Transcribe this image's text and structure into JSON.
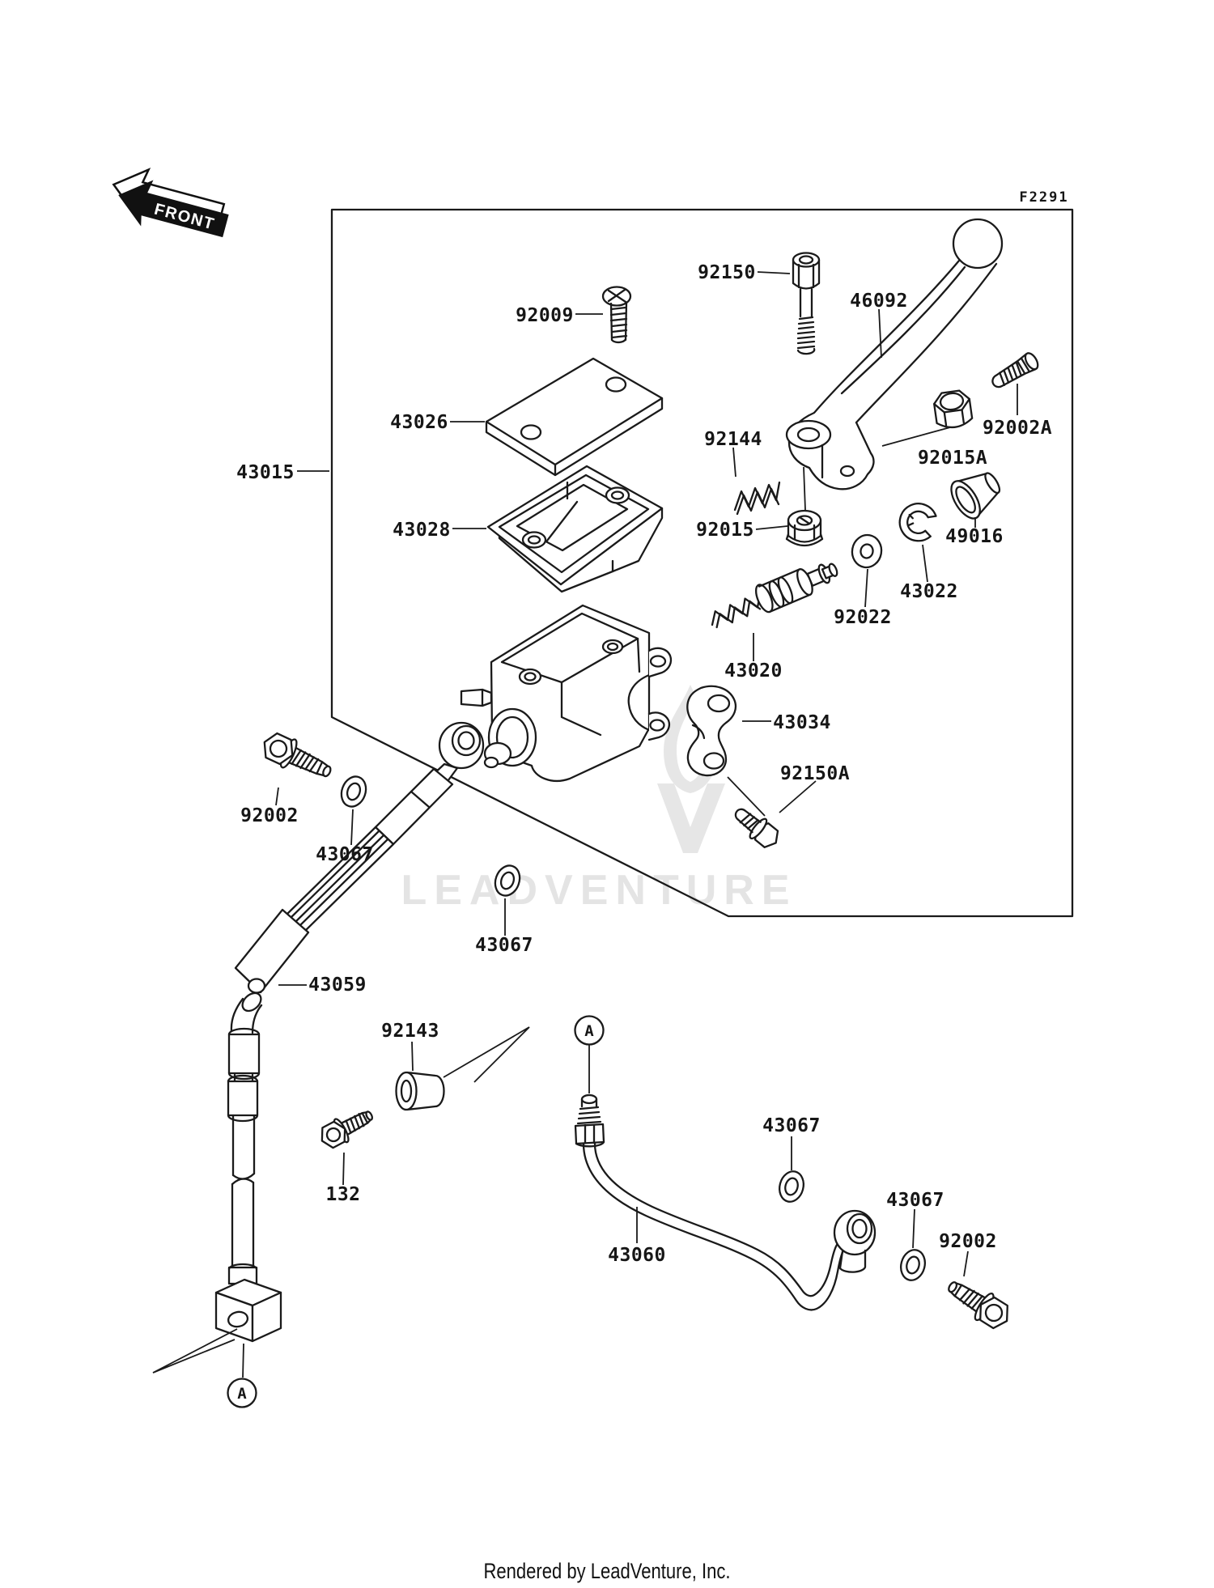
{
  "figure": {
    "code": "F2291",
    "front_label": "FRONT",
    "connector_label": "A",
    "watermark": "LEADVENTURE",
    "footer": "Rendered by LeadVenture, Inc.",
    "line_color": "#1a1a1a",
    "watermark_color": "#e6e6e6"
  },
  "part_labels": [
    {
      "text": "92150"
    },
    {
      "text": "46092"
    },
    {
      "text": "92009"
    },
    {
      "text": "43026"
    },
    {
      "text": "92144"
    },
    {
      "text": "92002A"
    },
    {
      "text": "92015A"
    },
    {
      "text": "43015"
    },
    {
      "text": "43028"
    },
    {
      "text": "92015"
    },
    {
      "text": "49016"
    },
    {
      "text": "43022"
    },
    {
      "text": "92022"
    },
    {
      "text": "43020"
    },
    {
      "text": "43034"
    },
    {
      "text": "92150A"
    },
    {
      "text": "92002"
    },
    {
      "text": "43067"
    },
    {
      "text": "43067"
    },
    {
      "text": "43059"
    },
    {
      "text": "92143"
    },
    {
      "text": "132"
    },
    {
      "text": "43060"
    },
    {
      "text": "43067"
    },
    {
      "text": "43067"
    },
    {
      "text": "92002"
    }
  ]
}
